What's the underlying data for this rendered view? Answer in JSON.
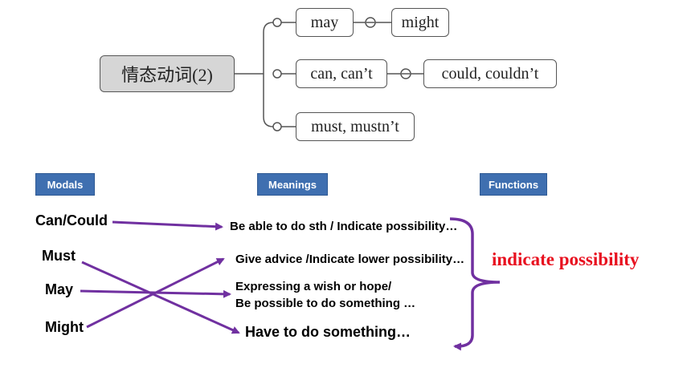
{
  "mindmap": {
    "root": "情态动词(2)",
    "rows": [
      {
        "left": "may",
        "right": "might"
      },
      {
        "left": "can, can’t",
        "right": "could, couldn’t"
      },
      {
        "left": "must, mustn’t"
      }
    ]
  },
  "headers": {
    "modals": "Modals",
    "meanings": "Meanings",
    "functions": "Functions"
  },
  "modals": [
    "Can/Could",
    "Must",
    "May",
    "Might"
  ],
  "meanings": {
    "m1": "Be able to do sth / Indicate  possibility…",
    "m2": "Give advice /Indicate lower possibility…",
    "m3a": "Expressing  a wish or hope/",
    "m3b": "Be possible to do something …",
    "m4": "Have to do something…"
  },
  "function_label": "indicate possibility",
  "colors": {
    "header_bg": "#3f6fb0",
    "arrow": "#7030a0",
    "function_text": "#e8101f",
    "root_bg": "#d6d6d6"
  }
}
